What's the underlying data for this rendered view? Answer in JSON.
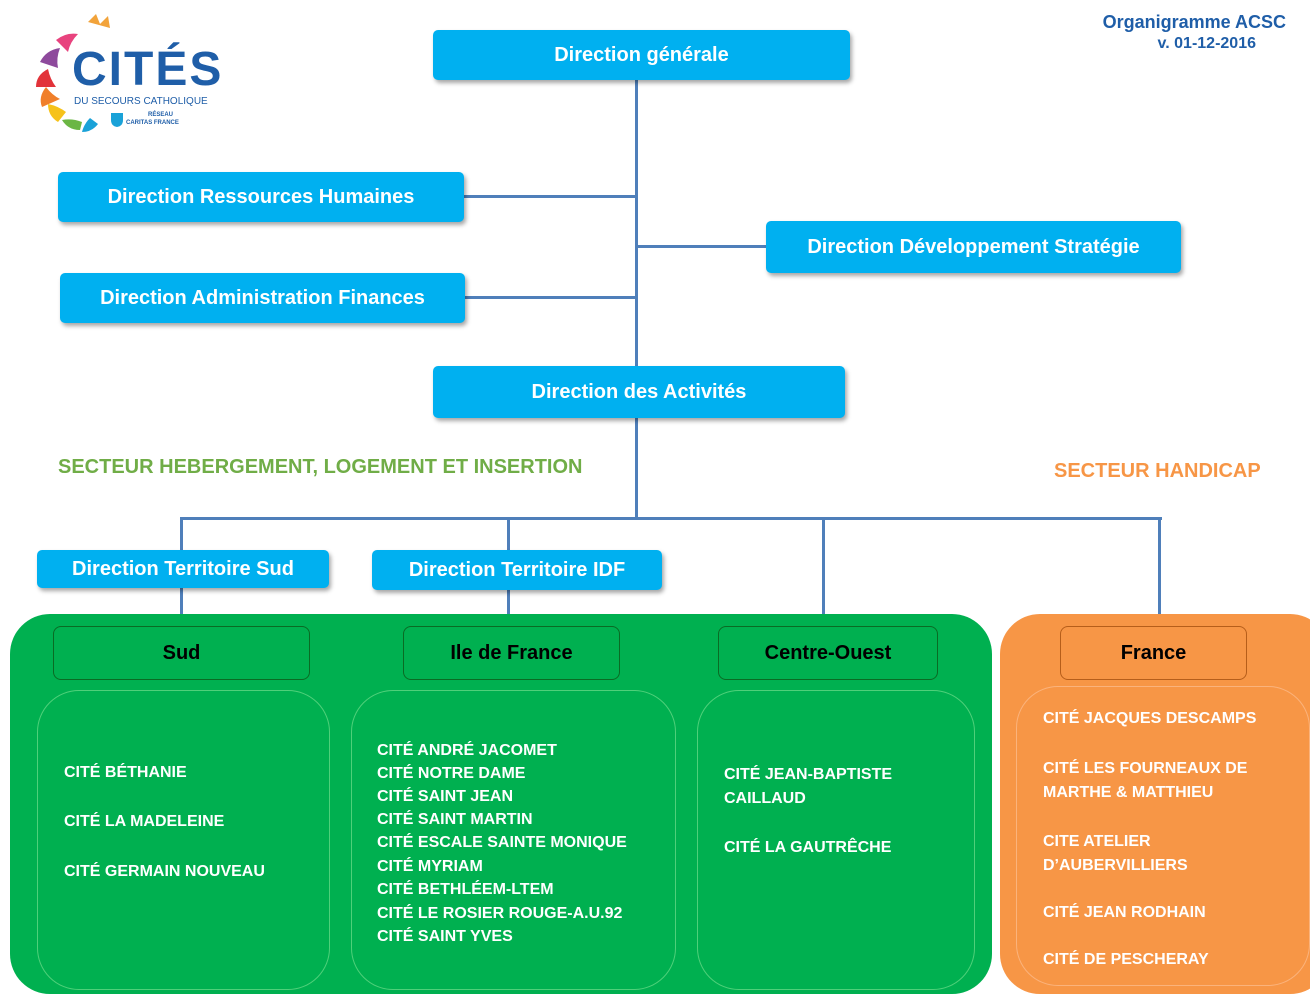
{
  "header": {
    "doc_title": "Organigramme ACSC",
    "doc_version": "v. 01-12-2016"
  },
  "logo": {
    "brand": "CITÉS",
    "tagline": "DU SECOURS CATHOLIQUE",
    "network_line1": "RÉSEAU",
    "network_line2": "CARITAS FRANCE"
  },
  "nodes": {
    "direction_generale": "Direction générale",
    "drh": "Direction Ressources Humaines",
    "dds": "Direction Développement Stratégie",
    "daf": "Direction Administration Finances",
    "activites": "Direction des Activités",
    "territoire_sud": "Direction Territoire Sud",
    "territoire_idf": "Direction Territoire IDF"
  },
  "sectors": {
    "hebergement": "SECTEUR HEBERGEMENT, LOGEMENT ET INSERTION",
    "handicap": "SECTEUR HANDICAP"
  },
  "regions": {
    "sud": {
      "label": "Sud",
      "items": [
        "CITÉ BÉTHANIE",
        "CITÉ LA MADELEINE",
        "CITÉ GERMAIN NOUVEAU"
      ]
    },
    "idf": {
      "label": "Ile de France",
      "items": [
        "CITÉ ANDRÉ JACOMET",
        "CITÉ NOTRE DAME",
        "CITÉ SAINT JEAN",
        "CITÉ SAINT MARTIN",
        "CITÉ ESCALE SAINTE MONIQUE",
        "CITÉ MYRIAM",
        "CITÉ BETHLÉEM-LTEM",
        "CITÉ LE ROSIER ROUGE-A.U.92",
        "CITÉ SAINT YVES"
      ]
    },
    "centre_ouest": {
      "label": "Centre-Ouest",
      "items": [
        "CITÉ JEAN-BAPTISTE",
        "CAILLAUD",
        "CITÉ LA GAUTRÊCHE"
      ]
    },
    "france": {
      "label": "France",
      "items": [
        "CITÉ JACQUES DESCAMPS",
        "CITÉ LES FOURNEAUX DE",
        "MARTHE & MATTHIEU",
        "CITE ATELIER",
        "D’AUBERVILLIERS",
        "CITÉ JEAN RODHAIN",
        "CITÉ DE PESCHERAY"
      ]
    }
  },
  "colors": {
    "node_blue": "#00b0f0",
    "connector": "#4f7fba",
    "green_sector": "#00b050",
    "orange_sector": "#f79646",
    "green_label": "#70ad47",
    "orange_label": "#f79646",
    "title_blue": "#1f5ea8"
  }
}
